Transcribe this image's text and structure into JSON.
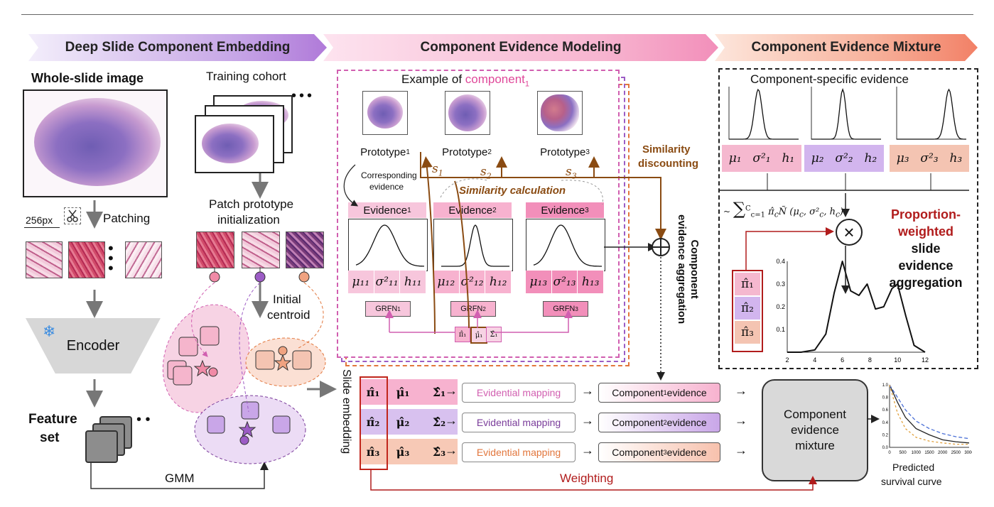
{
  "banners": {
    "embedding": "Deep Slide Component Embedding",
    "modeling": "Component Evidence Modeling",
    "mixture": "Component Evidence Mixture"
  },
  "left": {
    "wsi_title": "Whole-slide image",
    "patch_size": "256px",
    "patching": "Patching",
    "encoder": "Encoder",
    "feature_set_line1": "Feature",
    "feature_set_line2": "set",
    "gmm": "GMM",
    "training_cohort": "Training cohort",
    "patch_proto_line1": "Patch prototype",
    "patch_proto_line2": "initialization",
    "initial_centroid_line1": "Initial",
    "initial_centroid_line2": "centroid"
  },
  "modeling": {
    "example_prefix": "Example of ",
    "example_component": "component",
    "example_sub": "1",
    "prototypes": [
      {
        "name": "Prototype",
        "sub": "1",
        "color": "#f7c6dc"
      },
      {
        "name": "Prototype",
        "sub": "2",
        "color": "#f7b2cf"
      },
      {
        "name": "Prototype",
        "sub": "3",
        "color": "#f28fba"
      }
    ],
    "similarity_labels": [
      "s",
      "s",
      "s"
    ],
    "similarity_subs": [
      "1",
      "2",
      "3"
    ],
    "corresponding_line1": "Corresponding",
    "corresponding_line2": "evidence",
    "similarity_calc": "Similarity calculation",
    "similarity_disc_line1": "Similarity",
    "similarity_disc_line2": "discounting",
    "evidences": [
      {
        "name": "Evidence",
        "sub": "1",
        "mu": "μ₁₁",
        "sigma": "σ²₁₁",
        "h": "h₁₁",
        "grfn": "GRFN",
        "grfn_sub": "1",
        "mean": 6.2,
        "sd": 1.6
      },
      {
        "name": "Evidence",
        "sub": "2",
        "mu": "μ₁₂",
        "sigma": "σ²₁₂",
        "h": "h₁₂",
        "grfn": "GRFN",
        "grfn_sub": "2",
        "mean": 7.0,
        "sd": 0.7
      },
      {
        "name": "Evidence",
        "sub": "3",
        "mu": "μ₁₃",
        "sigma": "σ²₁₃",
        "h": "h₁₃",
        "grfn": "GRFN",
        "grfn_sub": "3",
        "mean": 6.0,
        "sd": 1.5
      }
    ],
    "input_tokens": [
      "π̂₁",
      "μ̂₁",
      "Σ̂₁"
    ],
    "aggregation_line1": "Component",
    "aggregation_line2": "evidence aggregation",
    "slide_embedding": "Slide embedding",
    "embedding_rows": [
      {
        "pi": "π̂₁",
        "mu": "μ̂₁",
        "sigma": "Σ̂₁",
        "mapping": "Evidential mapping",
        "mapping_color": "#d15fb0",
        "evidence": "Component",
        "evidence_sub": "1",
        "evidence_suffix": " evidence",
        "color": "#f7b2cf"
      },
      {
        "pi": "π̂₂",
        "mu": "μ̂₂",
        "sigma": "Σ̂₂",
        "mapping": "Evidential mapping",
        "mapping_color": "#7a3c9a",
        "evidence": "Component",
        "evidence_sub": "2",
        "evidence_suffix": " evidence",
        "color": "#c9a6e8"
      },
      {
        "pi": "π̂₃",
        "mu": "μ̂₃",
        "sigma": "Σ̂₃",
        "mapping": "Evidential mapping",
        "mapping_color": "#e2763c",
        "evidence": "Component",
        "evidence_sub": "3",
        "evidence_suffix": " evidence",
        "color": "#f7c1ad"
      }
    ],
    "weighting": "Weighting"
  },
  "mixture": {
    "component_specific": "Component-specific evidence",
    "components": [
      {
        "mu": "μ₁",
        "sigma": "σ²₁",
        "h": "h₁",
        "color": "#f5b8cf",
        "mean": 6.2,
        "sd": 0.55
      },
      {
        "mu": "μ₂",
        "sigma": "σ²₂",
        "h": "h₂",
        "color": "#d2b5ee",
        "mean": 6.5,
        "sd": 0.45
      },
      {
        "mu": "μ₃",
        "sigma": "σ²₃",
        "h": "h₃",
        "color": "#f4c4b2",
        "mean": 9.5,
        "sd": 0.55
      }
    ],
    "formula": "~ Σᶜc=1 π̂c Ñ (μc, σ²c, hc)",
    "formula_upper": "C",
    "pi_list": [
      "π̂₁",
      "π̂₂",
      "π̂₃"
    ],
    "pi_colors": [
      "#f5b8cf",
      "#d2b5ee",
      "#f4c4b2"
    ],
    "proportion_line1": "Proportion-",
    "proportion_line2": "weighted",
    "proportion_line3": "slide",
    "proportion_line4": "evidence",
    "proportion_line5": "aggregation",
    "mixture_box_line1": "Component",
    "mixture_box_line2": "evidence",
    "mixture_box_line3": "mixture",
    "predicted_line1": "Predicted",
    "predicted_line2": "survival curve"
  },
  "chart_data": {
    "type": "line",
    "xlim": [
      2,
      12
    ],
    "ylim": [
      0,
      0.4
    ],
    "xticks": [
      "2",
      "4",
      "6",
      "8",
      "10",
      "12"
    ],
    "yticks": [
      "0.1",
      "0.2",
      "0.3",
      "0.4"
    ],
    "series": [
      {
        "x": [
          2,
          3,
          4,
          4.8,
          5.4,
          6.0,
          6.6,
          7.2,
          7.8,
          8.4,
          9.0,
          9.6,
          10.0,
          10.6,
          11.2,
          12
        ],
        "y": [
          0.0,
          0.0,
          0.01,
          0.08,
          0.26,
          0.4,
          0.27,
          0.25,
          0.3,
          0.19,
          0.2,
          0.28,
          0.3,
          0.16,
          0.03,
          0.0
        ]
      }
    ],
    "survival": {
      "xlim": [
        0,
        3000
      ],
      "ylim": [
        0,
        1.0
      ],
      "xticks": [
        "0",
        "500",
        "1000",
        "1500",
        "2000",
        "2500",
        "3000"
      ],
      "yticks": [
        "0.0",
        "0.2",
        "0.4",
        "0.6",
        "0.8",
        "1.0"
      ],
      "curves": [
        {
          "color": "#222222",
          "dash": "",
          "x": [
            0,
            300,
            600,
            1000,
            1500,
            2000,
            2500,
            3000
          ],
          "y": [
            1.0,
            0.72,
            0.48,
            0.3,
            0.2,
            0.12,
            0.09,
            0.07
          ]
        },
        {
          "color": "#4a6fd6",
          "dash": "5,3",
          "x": [
            0,
            300,
            600,
            1000,
            1500,
            2000,
            2500,
            3000
          ],
          "y": [
            1.0,
            0.8,
            0.6,
            0.42,
            0.3,
            0.22,
            0.17,
            0.14
          ]
        },
        {
          "color": "#e0a03c",
          "dash": "3,3",
          "x": [
            0,
            300,
            600,
            1000,
            1500,
            2000,
            2500,
            3000
          ],
          "y": [
            1.0,
            0.55,
            0.3,
            0.16,
            0.1,
            0.07,
            0.05,
            0.05
          ]
        }
      ]
    }
  }
}
